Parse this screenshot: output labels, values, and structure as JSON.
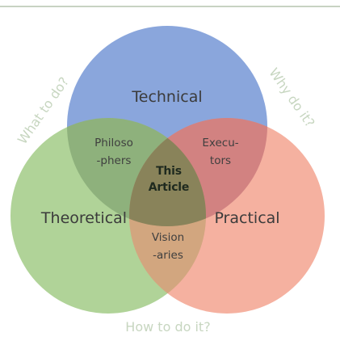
{
  "diagram": {
    "type": "venn-3",
    "sets": [
      {
        "id": "technical",
        "label": "Technical",
        "color": "#8aa6dc"
      },
      {
        "id": "theoretical",
        "label": "Theoretical",
        "color": "#a9cf8f"
      },
      {
        "id": "practical",
        "label": "Practical",
        "color": "#f3a08b"
      }
    ],
    "overlaps": {
      "technical_theoretical": [
        "Philoso",
        "-phers"
      ],
      "technical_practical": [
        "Execu-",
        "tors"
      ],
      "theoretical_practical": [
        "Vision",
        "-aries"
      ],
      "all": [
        "This",
        "Article"
      ]
    },
    "questions": {
      "left": "What to do?",
      "right": "Why do it?",
      "bottom": "How to do it?"
    }
  }
}
